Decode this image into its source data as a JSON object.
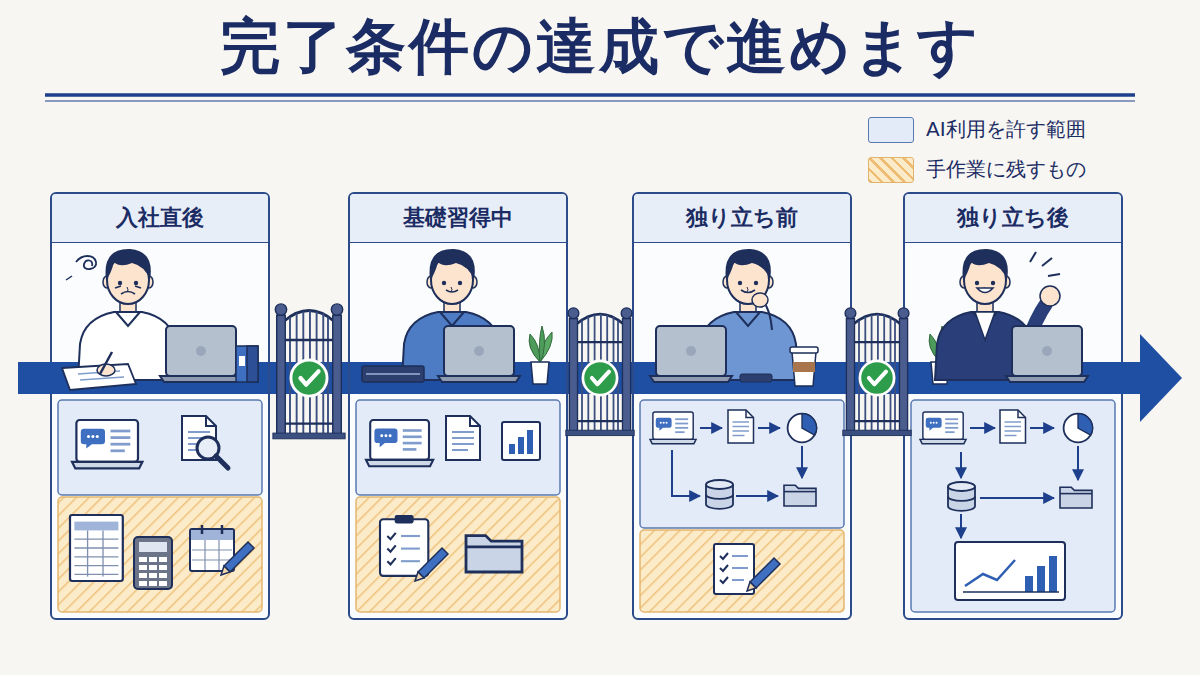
{
  "diagram": {
    "title": "完了条件の達成で進めます",
    "nodes": [
      {
        "text": [
          "入社直後"
        ]
      },
      {
        "text": [
          "基礎習得中"
        ]
      },
      {
        "text": [
          "独り立ち前"
        ]
      },
      {
        "text": [
          "独り立ち後"
        ]
      }
    ],
    "edges": [
      {
        "from": 0,
        "to": 1,
        "arrow": "none"
      },
      {
        "from": 1,
        "to": 2,
        "arrow": "none"
      },
      {
        "from": 2,
        "to": 3,
        "arrow": "none"
      }
    ],
    "legend": [
      {
        "text": "AI利用を許す範囲",
        "color": "#e2ebf7"
      },
      {
        "text": "手作業に残すもの",
        "color": "#fcebc8"
      }
    ]
  }
}
